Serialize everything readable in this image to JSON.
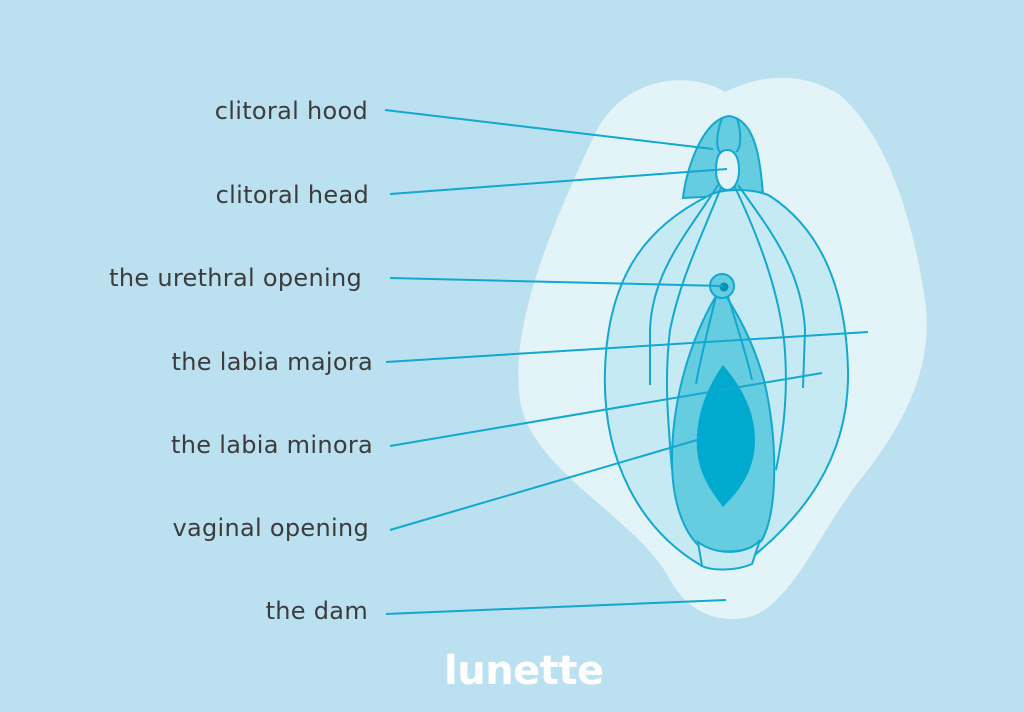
{
  "labels": {
    "clitoral_hood": "clitoral hood",
    "clitoral_head": "clitoral head",
    "urethral_opening": "the urethral opening",
    "labia_majora": "the labia majora",
    "labia_minora": "the labia minora",
    "vaginal_opening": "vaginal opening",
    "dam": "the dam"
  },
  "brand": "lunette",
  "colors": {
    "background": "#bbe0ef",
    "skin": "#e3f4f9",
    "outline": "#13a8cf",
    "labia_majora": "#c6eaf4",
    "labia_minora": "#66cce0",
    "opening": "#00aace"
  }
}
